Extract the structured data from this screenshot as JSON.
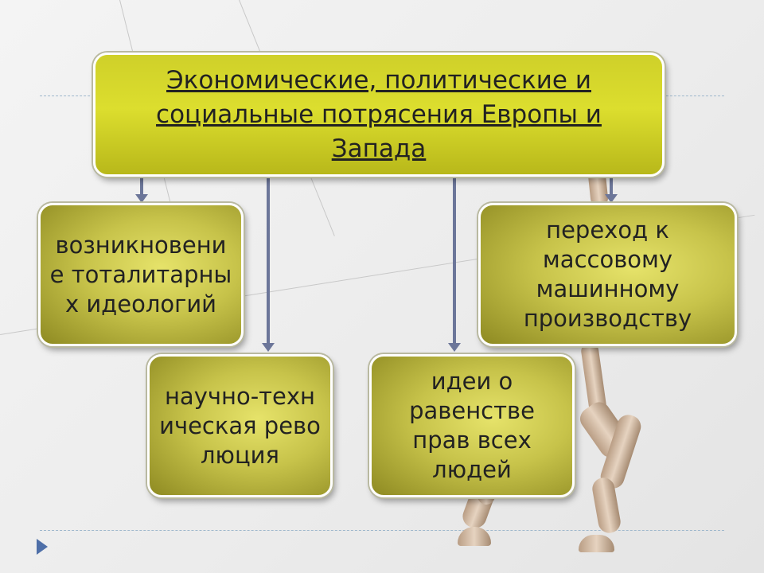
{
  "diagram": {
    "title": "Экономические, политические и социальные потрясения Европы и Запада",
    "nodes": [
      {
        "id": "ideologies",
        "label": "возникновение тоталитарных идеологий"
      },
      {
        "id": "revolution",
        "label": "научно-техническая революция"
      },
      {
        "id": "equality",
        "label": "идеи о равенстве прав всех людей"
      },
      {
        "id": "mass_production",
        "label": "переход к массовому машинному производству"
      }
    ]
  },
  "colors": {
    "title_box": "#d3d42c",
    "node_box": "#c7c34a",
    "arrow": "#6c7699",
    "nav_arrow": "#4e6fa8",
    "dash_line": "#9fb8cc"
  },
  "icons": {
    "nav": "triangle-right-icon"
  }
}
